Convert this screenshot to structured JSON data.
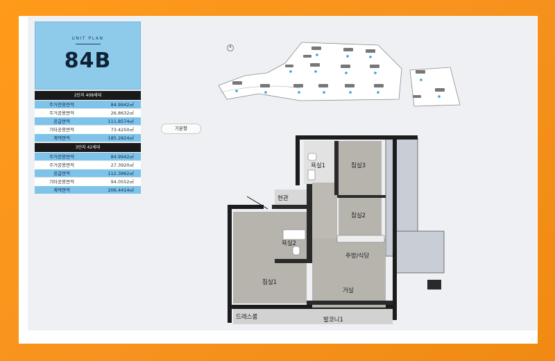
{
  "unit": {
    "eyebrow": "UNIT PLAN",
    "type": "84B"
  },
  "sections": [
    {
      "head": "2단지 408세대",
      "rows": [
        {
          "label": "주거전용면적",
          "value": "84.9942㎡",
          "style": "blue"
        },
        {
          "label": "주거공용면적",
          "value": "26.8632㎡",
          "style": "white"
        },
        {
          "label": "공급면적",
          "value": "111.8574㎡",
          "style": "blue"
        },
        {
          "label": "기타공용면적",
          "value": "73.4250㎡",
          "style": "white"
        },
        {
          "label": "계약면적",
          "value": "185.2824㎡",
          "style": "blue"
        }
      ]
    },
    {
      "head": "3단지 42세대",
      "rows": [
        {
          "label": "주거전용면적",
          "value": "84.9942㎡",
          "style": "blue"
        },
        {
          "label": "주거공용면적",
          "value": "27.3920㎡",
          "style": "white"
        },
        {
          "label": "공급면적",
          "value": "112.3862㎡",
          "style": "blue"
        },
        {
          "label": "기타공용면적",
          "value": "94.0552㎡",
          "style": "white"
        },
        {
          "label": "계약면적",
          "value": "206.4414㎡",
          "style": "blue"
        }
      ]
    }
  ],
  "tag": "기본형",
  "rooms": {
    "bath1": "욕실1",
    "bed3": "침실3",
    "entrance": "현관",
    "bed2": "침실2",
    "bath2": "욕실2",
    "kitchen": "주방/식당",
    "bed1": "침실1",
    "living": "거실",
    "dress": "드레스룸",
    "balcony": "발코니1"
  },
  "colors": {
    "orange": "#f7931e",
    "panel": "#eef0f4",
    "card": "#8ecbea",
    "room_fill": "#b7b4ae",
    "wall": "#1c1c1c"
  }
}
